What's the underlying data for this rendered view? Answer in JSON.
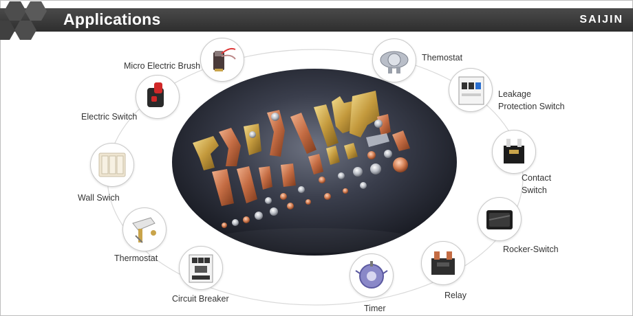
{
  "header": {
    "title": "Applications",
    "brand": "SAIJIN"
  },
  "applications": [
    {
      "label": "Micro Electric Brush",
      "icon": "electric-brush-icon"
    },
    {
      "label": "Electric Switch",
      "icon": "electric-switch-icon"
    },
    {
      "label": "Wall Swich",
      "icon": "wall-switch-icon"
    },
    {
      "label": "Thermostat",
      "icon": "thermostat-left-icon"
    },
    {
      "label": "Circuit Breaker",
      "icon": "circuit-breaker-icon"
    },
    {
      "label": "Timer",
      "icon": "timer-icon"
    },
    {
      "label": "Relay",
      "icon": "relay-icon"
    },
    {
      "label": "Rocker-Switch",
      "icon": "rocker-switch-icon"
    },
    {
      "label_line1": "Contact",
      "label_line2": "Switch",
      "icon": "contact-switch-icon"
    },
    {
      "label_line1": "Leakage",
      "label_line2": "Protection Switch",
      "icon": "leakage-switch-icon"
    },
    {
      "label": "Themostat",
      "icon": "thermostat-right-icon"
    }
  ],
  "center_image": "electrical-contacts-photo",
  "colors": {
    "header_bg": "#333333",
    "accent_copper": "#c8744a",
    "accent_brass": "#c9a44a",
    "center_bg": "#1c1f2a"
  }
}
